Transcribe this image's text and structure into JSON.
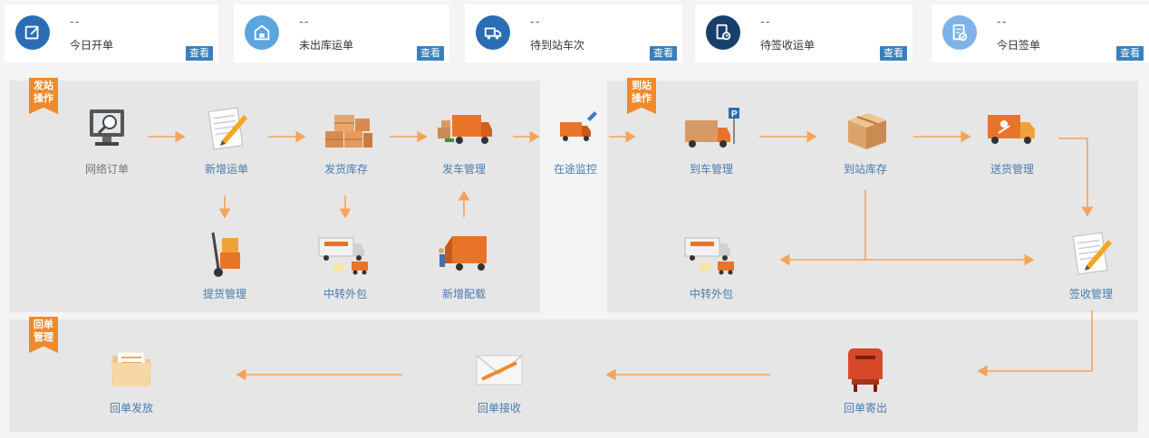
{
  "stats": [
    {
      "count": "--",
      "label": "今日开单",
      "view": "查看",
      "color": "#2a6db5",
      "icon": "edit-icon"
    },
    {
      "count": "--",
      "label": "未出库运单",
      "view": "查看",
      "color": "#5ba5e0",
      "icon": "warehouse-icon"
    },
    {
      "count": "--",
      "label": "待到站车次",
      "view": "查看",
      "color": "#2a6db5",
      "icon": "truck-icon"
    },
    {
      "count": "--",
      "label": "待签收运单",
      "view": "查看",
      "color": "#173f6b",
      "icon": "document-clock-icon"
    },
    {
      "count": "--",
      "label": "今日签单",
      "view": "查看",
      "color": "#7db3e8",
      "icon": "document-check-icon"
    }
  ],
  "ribbons": {
    "depart": [
      "发站",
      "操作"
    ],
    "arrive": [
      "到站",
      "操作"
    ],
    "receipt": [
      "回单",
      "管理"
    ]
  },
  "nodes": {
    "online_order": "网络订单",
    "new_waybill": "新增运单",
    "ship_stock": "发货库存",
    "dispatch": "发车管理",
    "pickup": "提货管理",
    "transfer_out_depart": "中转外包",
    "new_stowage": "新增配载",
    "transit_monitor": "在途监控",
    "arrival": "到车管理",
    "arrival_stock": "到站库存",
    "delivery": "送货管理",
    "transfer_out_arrive": "中转外包",
    "sign": "签收管理",
    "receipt_send": "回单寄出",
    "receipt_receive": "回单接收",
    "receipt_release": "回单发放"
  },
  "colors": {
    "accent_orange": "#f08a2a",
    "arrow_orange": "#f4a35a",
    "link_blue": "#4a7bb0",
    "panel_gray": "#e6e6e6"
  }
}
